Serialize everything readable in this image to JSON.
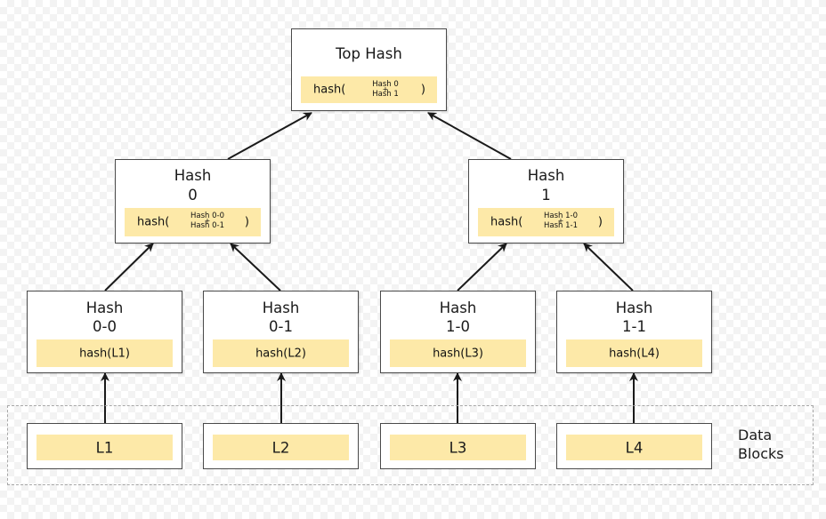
{
  "top": {
    "title": "Top Hash",
    "fn_open": "hash(",
    "fn_arg_a": "Hash 0",
    "fn_plus": "+",
    "fn_arg_b": "Hash 1",
    "fn_close": ")"
  },
  "hash0": {
    "title": "Hash",
    "index": "0",
    "fn_open": "hash(",
    "fn_arg_a": "Hash 0-0",
    "fn_plus": "+",
    "fn_arg_b": "Hash 0-1",
    "fn_close": ")"
  },
  "hash1": {
    "title": "Hash",
    "index": "1",
    "fn_open": "hash(",
    "fn_arg_a": "Hash 1-0",
    "fn_plus": "+",
    "fn_arg_b": "Hash 1-1",
    "fn_close": ")"
  },
  "leaf_hashes": [
    {
      "title": "Hash",
      "index": "0-0",
      "formula": "hash(L1)"
    },
    {
      "title": "Hash",
      "index": "0-1",
      "formula": "hash(L2)"
    },
    {
      "title": "Hash",
      "index": "1-0",
      "formula": "hash(L3)"
    },
    {
      "title": "Hash",
      "index": "1-1",
      "formula": "hash(L4)"
    }
  ],
  "data_blocks": {
    "label_line1": "Data",
    "label_line2": "Blocks",
    "items": [
      "L1",
      "L2",
      "L3",
      "L4"
    ]
  },
  "colors": {
    "fill": "#fde9a8",
    "border": "#4a4a4a",
    "arrow": "#1a1a1a",
    "dashed_region": "#a8a8a8"
  }
}
